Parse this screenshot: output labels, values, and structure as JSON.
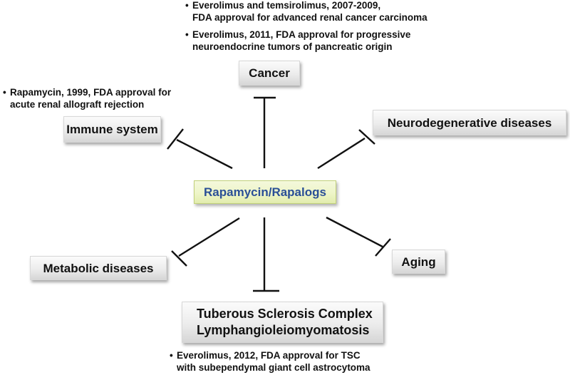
{
  "diagram": {
    "type": "inhibition-network",
    "center": {
      "label": "Rapamycin/Rapalogs",
      "color": "#2a4f96",
      "fill": "#eef5c8"
    },
    "targets": [
      {
        "id": "cancer",
        "label": "Cancer",
        "relation": "inhibits"
      },
      {
        "id": "immune",
        "label": "Immune system",
        "relation": "inhibits"
      },
      {
        "id": "neuro",
        "label": "Neurodegenerative diseases",
        "relation": "inhibits"
      },
      {
        "id": "metabolic",
        "label": "Metabolic diseases",
        "relation": "inhibits"
      },
      {
        "id": "aging",
        "label": "Aging",
        "relation": "inhibits"
      },
      {
        "id": "tsc",
        "label_lines": [
          "Tuberous Sclerosis Complex",
          "Lymphangioleiomyomatosis"
        ],
        "relation": "inhibits"
      }
    ],
    "notes": {
      "cancer": [
        [
          "Everolimus and temsirolimus, 2007-2009,",
          "FDA approval for advanced renal cancer carcinoma"
        ],
        [
          "Everolimus, 2011, FDA approval for progressive",
          "neuroendocrine tumors of pancreatic origin"
        ]
      ],
      "immune": [
        [
          "Rapamycin, 1999, FDA approval for",
          "acute renal allograft rejection"
        ]
      ],
      "tsc": [
        [
          "Everolimus, 2012, FDA approval for TSC",
          "with subependymal giant cell astrocytoma"
        ]
      ]
    },
    "bullet_glyph": "•"
  }
}
